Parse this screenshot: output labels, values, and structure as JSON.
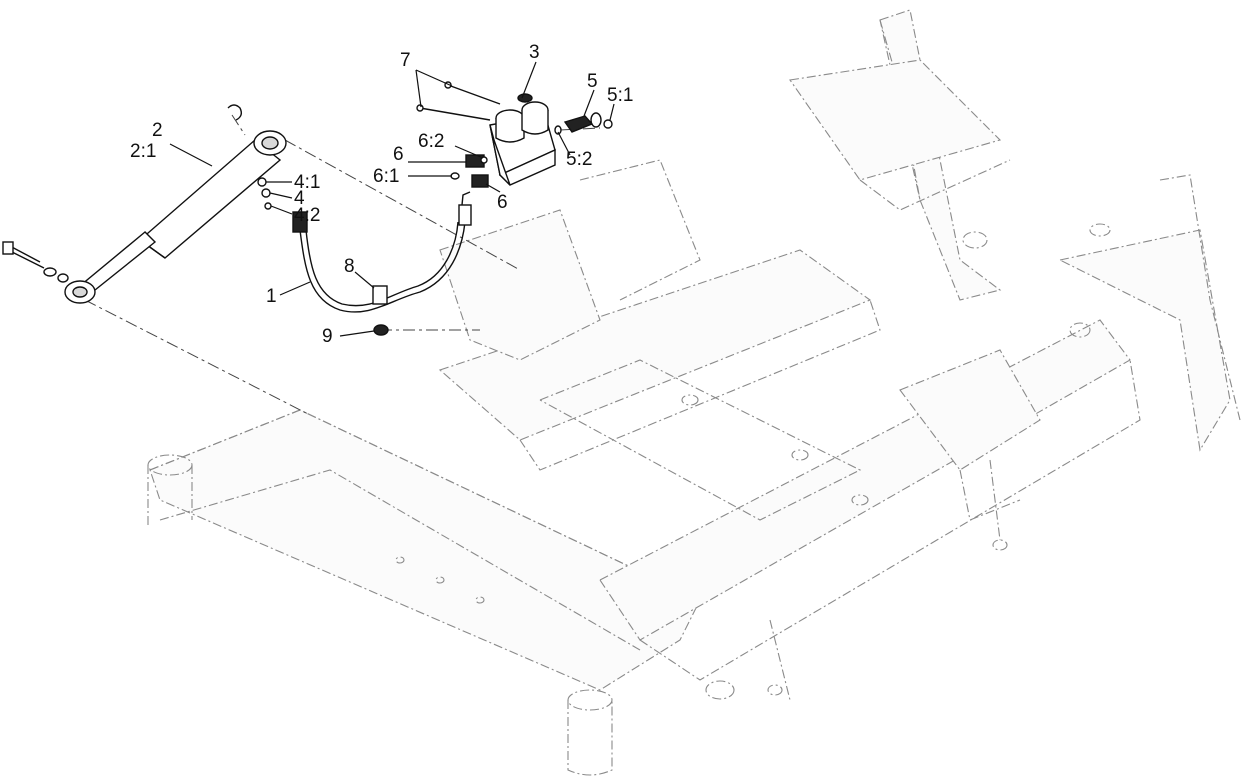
{
  "callouts": {
    "c1": "1",
    "c2": "2",
    "c2_1": "2:1",
    "c3": "3",
    "c4": "4",
    "c4_1": "4:1",
    "c4_2": "4:2",
    "c5": "5",
    "c5_1": "5:1",
    "c5_2": "5:2",
    "c6a": "6",
    "c6b": "6",
    "c6_1": "6:1",
    "c6_2": "6:2",
    "c7": "7",
    "c8": "8",
    "c9": "9"
  }
}
